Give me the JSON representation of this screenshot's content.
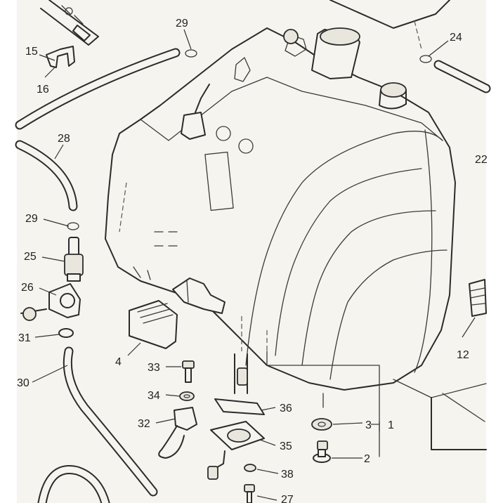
{
  "diagram": {
    "callouts": [
      {
        "id": "c1",
        "text": "1"
      },
      {
        "id": "c2",
        "text": "2"
      },
      {
        "id": "c3",
        "text": "3"
      },
      {
        "id": "c4",
        "text": "4"
      },
      {
        "id": "c12",
        "text": "12"
      },
      {
        "id": "c15",
        "text": "15"
      },
      {
        "id": "c16",
        "text": "16"
      },
      {
        "id": "c22",
        "text": "22"
      },
      {
        "id": "c24",
        "text": "24"
      },
      {
        "id": "c25",
        "text": "25"
      },
      {
        "id": "c26",
        "text": "26"
      },
      {
        "id": "c27",
        "text": "27"
      },
      {
        "id": "c28",
        "text": "28"
      },
      {
        "id": "c29a",
        "text": "29"
      },
      {
        "id": "c29b",
        "text": "29"
      },
      {
        "id": "c30",
        "text": "30"
      },
      {
        "id": "c31",
        "text": "31"
      },
      {
        "id": "c32",
        "text": "32"
      },
      {
        "id": "c33",
        "text": "33"
      },
      {
        "id": "c34",
        "text": "34"
      },
      {
        "id": "c35",
        "text": "35"
      },
      {
        "id": "c36",
        "text": "36"
      },
      {
        "id": "c38",
        "text": "38"
      }
    ]
  }
}
